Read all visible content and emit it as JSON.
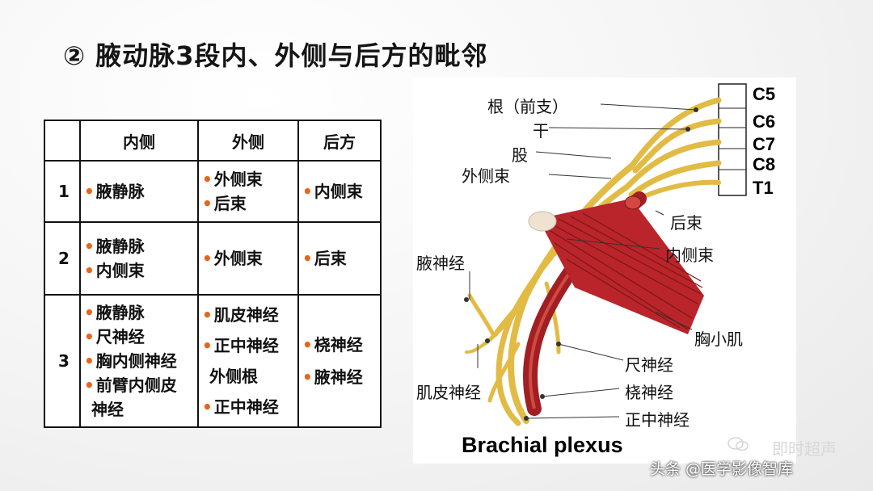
{
  "title": "② 腋动脉3段内、外侧与后方的毗邻",
  "table": {
    "headers": [
      "",
      "内侧",
      "外侧",
      "后方"
    ],
    "rows": [
      {
        "num": "1",
        "medial": [
          "腋静脉"
        ],
        "lateral": [
          "外侧束",
          "后束"
        ],
        "posterior": [
          "内侧束"
        ]
      },
      {
        "num": "2",
        "medial": [
          "腋静脉",
          "内侧束"
        ],
        "lateral": [
          "外侧束"
        ],
        "posterior": [
          "后束"
        ]
      },
      {
        "num": "3",
        "medial": [
          "腋静脉",
          "尺神经",
          "胸内侧神经",
          "前臂内侧皮",
          "神经"
        ],
        "lateral": [
          "肌皮神经",
          "正中神经",
          "外侧根",
          "正中神经"
        ],
        "posterior": [
          "桡神经",
          "腋神经"
        ]
      }
    ]
  },
  "figure": {
    "caption": "Brachial plexus",
    "roots": [
      "C5",
      "C6",
      "C7",
      "C8",
      "T1"
    ],
    "labels": {
      "root": "根（前支）",
      "trunk": "干",
      "division": "股",
      "lateral_cord": "外侧束",
      "posterior_cord": "后束",
      "medial_cord": "内侧束",
      "axillary_nerve": "腋神经",
      "pectoralis_minor": "胸小肌",
      "ulnar_nerve": "尺神经",
      "musculocutaneous_nerve": "肌皮神经",
      "radial_nerve": "桡神经",
      "median_nerve": "正中神经"
    }
  },
  "watermark": {
    "top": "即时超声",
    "bottom": "头条 @医学影像智库"
  },
  "colors": {
    "bullet": "#e8641b",
    "nerve": "#e8c24a",
    "muscle": "#b9252a",
    "artery": "#a11f22"
  }
}
